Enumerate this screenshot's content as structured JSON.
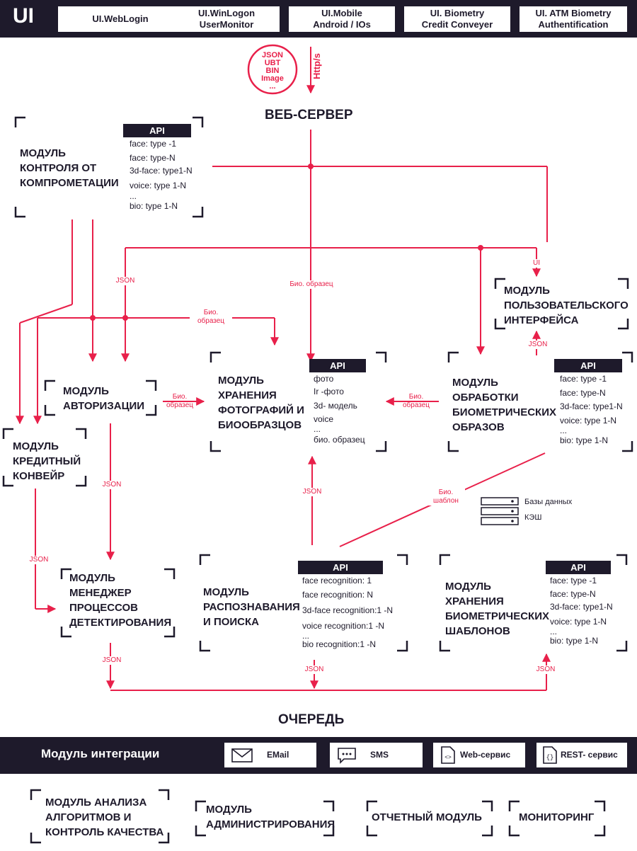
{
  "header": {
    "logo": "UI",
    "clients": [
      "UI.WebLogin",
      "UI.WinLogon\nUserMonitor",
      "UI.Mobile\nAndroid / IOs",
      "UI. Biometry\nCredit Conveyer",
      "UI. ATM Biometry\nAuthentification"
    ]
  },
  "transport": {
    "formats": "JSON\nUBT\nBIN\nImage\n...",
    "protocol": "Http/s"
  },
  "web_server": "ВЕБ-СЕРВЕР",
  "queue": "ОЧЕРЕДЬ",
  "modules": {
    "compromise": {
      "title": "МОДУЛЬ\nКОНТРОЛЯ ОТ\nКОМПРОМЕТАЦИИ",
      "api_title": "API",
      "api": [
        "face: type -1",
        "face: type-N",
        "3d-face: type1-N",
        "voice: type 1-N",
        "...",
        "bio: type 1-N"
      ]
    },
    "ui": {
      "title": "МОДУЛЬ\nПОЛЬЗОВАТЕЛЬСКОГО\nИНТЕРФЕЙСА"
    },
    "auth": {
      "title": "МОДУЛЬ\nАВТОРИЗАЦИИ"
    },
    "storage": {
      "title": "МОДУЛЬ\nХРАНЕНИЯ\nФОТОГРАФИЙ И\nБИООБРАЗЦОВ",
      "api_title": "API",
      "api": [
        "фото",
        "Ir -фото",
        "3d- модель",
        "voice",
        "...",
        "био. образец"
      ]
    },
    "processing": {
      "title": "МОДУЛЬ\nОБРАБОТКИ\nБИОМЕТРИЧЕСКИХ\nОБРАЗОВ",
      "api_title": "API",
      "api": [
        "face: type -1",
        "face: type-N",
        "3d-face: type1-N",
        "voice: type 1-N",
        "...",
        "bio: type 1-N"
      ]
    },
    "credit": {
      "title": "МОДУЛЬ\nКРЕДИТНЫЙ\nКОНВЕЙР"
    },
    "manager": {
      "title": "МОДУЛЬ\nМЕНЕДЖЕР\nПРОЦЕССОВ\nДЕТЕКТИРОВАНИЯ"
    },
    "recognition": {
      "title": "МОДУЛЬ\nРАСПОЗНАВАНИЯ\nИ ПОИСКА",
      "api_title": "API",
      "api": [
        "face recognition: 1",
        "face recognition: N",
        "3d-face recognition:1 -N",
        "voice recognition:1 -N",
        "...",
        "bio recognition:1 -N"
      ]
    },
    "templates": {
      "title": "МОДУЛЬ\nХРАНЕНИЯ\nБИОМЕТРИЧЕСКИХ\nШАБЛОНОВ",
      "api_title": "API",
      "api": [
        "face: type -1",
        "face: type-N",
        "3d-face: type1-N",
        "voice: type 1-N",
        "...",
        "bio: type 1-N"
      ]
    }
  },
  "edge_labels": {
    "json_left": "JSON",
    "bio_sample_top": "Био. образец",
    "bio_sample_auth": "Био.\nобразец",
    "bio_sample_mid": "Био.\nобразец",
    "bio_sample_proc": "Био.\nобразец",
    "ui_edge": "UI",
    "json_ui": "JSON",
    "json_auth": "JSON",
    "json_storage": "JSON",
    "bio_template": "Био.\nшаблон",
    "json_credit": "JSON",
    "json_manager": "JSON",
    "json_recog": "JSON",
    "json_templates": "JSON"
  },
  "legend": {
    "db": "Базы данных",
    "cache": "КЭШ"
  },
  "integration": {
    "title": "Модуль интеграции",
    "channels": [
      {
        "label": "EMail",
        "icon": "email-icon"
      },
      {
        "label": "SMS",
        "icon": "sms-icon"
      },
      {
        "label": "Web-сервис",
        "icon": "code-icon"
      },
      {
        "label": "REST- сервис",
        "icon": "braces-icon"
      }
    ]
  },
  "bottom_modules": [
    "МОДУЛЬ  АНАЛИЗА\nАЛГОРИТМОВ И\nКОНТРОЛЬ КАЧЕСТВА",
    "МОДУЛЬ\nАДМИНИСТРИРОВАНИЯ",
    "ОТЧЕТНЫЙ МОДУЛЬ",
    "МОНИТОРИНГ"
  ],
  "colors": {
    "dark": "#1e1a2b",
    "accent": "#e8204a"
  }
}
